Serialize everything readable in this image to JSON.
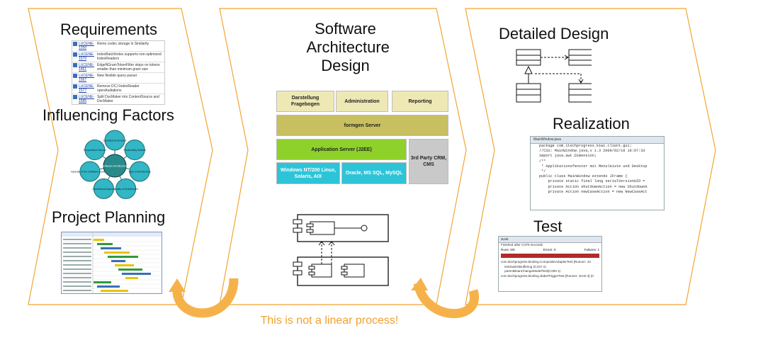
{
  "stages": {
    "left": {
      "requirements_title": "Requirements",
      "influencing_title": "Influencing Factors",
      "planning_title": "Project Planning",
      "requirements_items": [
        {
          "id": "LUCENE-1250",
          "text": "Remo codec storage in Similarity"
        },
        {
          "id": "LUCENE-1570",
          "text": "IndexBatchIndex supports non-optimized IndexReaders"
        },
        {
          "id": "LUCENE-1461",
          "text": "EdgeNGramTokenFilter stops on tokens smaller than minimum gram size"
        },
        {
          "id": "LUCENE-1567",
          "text": "New flexible query parser"
        },
        {
          "id": "LUCENE-1577",
          "text": "Remove DCJ IndexReader openAudiations"
        },
        {
          "id": "LUCENE-1585",
          "text": "Split DocMaker into ContentSource and DocMaker"
        }
      ],
      "factors": {
        "center": "Software Architecture",
        "petals": [
          "Operational behavior",
          "Productivity Models",
          "Type of Architecture",
          "Quality of Architecture",
          "Operational Aspects",
          "Complexity of the Software Architecture",
          "Temperature Sensor"
        ]
      }
    },
    "middle": {
      "title": "Software Architecture Design",
      "layers": {
        "darstellung": "Darstellung Fragebogen",
        "administration": "Administration",
        "reporting": "Reporting",
        "formgen": "formgen Server",
        "appserver": "Application Server (J2EE)",
        "windows": "Windows NT/200 Linux, Solaris, AIX",
        "oracle": "Oracle, MS SQL, MySQL",
        "thirdparty": "3rd Party CRM, CMS"
      }
    },
    "right": {
      "detailed_title": "Detailed Design",
      "realization_title": "Realization",
      "test_title": "Test",
      "code": {
        "tab": "MainWindow.java",
        "lines": [
          "package com.itechprogress.kiwi.client.gui;",
          "",
          "//CSS: MainWindow.java,v 1.3 2009/02/18 18:07:33",
          "",
          "import java.awt.Dimension;",
          "",
          "/**",
          " * Applikationsfenster mit Menuleiste und Desktop",
          " */",
          "public class MainWindow extends JFrame {",
          "    private static final long serialVersionUID =",
          "",
          "    private Action shutdownAction = new ShutdownA",
          "    private Action newCaseAction = new NewCaseAct"
        ]
      },
      "test": {
        "tab": "JUnit",
        "status": "Finished after 0,079 seconds",
        "runs": "Runs: 6/6",
        "errors": "Errors: 0",
        "failures": "Failures: 1",
        "lines": [
          "com.itechprogress.binding.CompositeAdapterTest [Runner: JU",
          "    testSwitchBuffering (0,047 s)",
          "    parentBeanChangeModelTest(0,000 s)",
          "com.itechprogress.binding.JlabelTriggerTest [Runner: JUnit 4] (0"
        ]
      }
    }
  },
  "footer_note": "This is not a linear process!",
  "colors": {
    "chevron_stroke": "#f2a531",
    "loop_arrow": "#f6b24a",
    "layer_tan": "#eee8b4",
    "layer_olive": "#c8bf60",
    "layer_green": "#8ed12a",
    "layer_cyan": "#2ec4d8",
    "layer_gray": "#c9c9c9",
    "factor_center": "#2a8a8a",
    "factor_petal": "#33b6c5"
  }
}
